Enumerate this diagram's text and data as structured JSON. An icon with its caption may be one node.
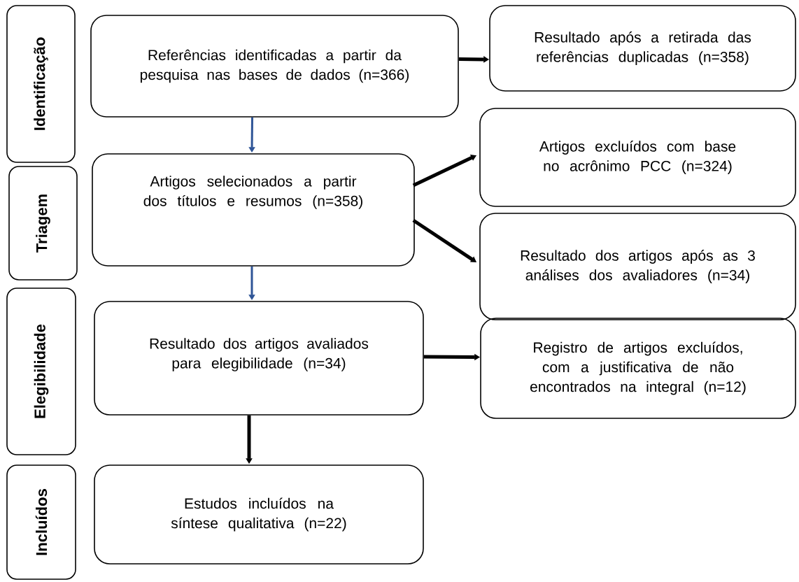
{
  "diagram": {
    "nodes": [
      {
        "text": [
          "Identificação"
        ]
      },
      {
        "text": [
          "Triagem"
        ]
      },
      {
        "text": [
          "Elegibilidade"
        ]
      },
      {
        "text": [
          "Incluídos"
        ]
      },
      {
        "text": [
          "Referências identificadas a partir da pesquisa nas bases de dados (n=366)"
        ]
      },
      {
        "text": [
          "Resultado após a retirada das referências duplicadas (n=358)"
        ]
      },
      {
        "text": [
          "Artigos selecionados a partir dos títulos e resumos (n=358)"
        ]
      },
      {
        "text": [
          "Artigos excluídos com base no acrônimo PCC (n=324)"
        ]
      },
      {
        "text": [
          "Resultado dos artigos após as 3 análises dos avaliadores (n=34)"
        ]
      },
      {
        "text": [
          "Resultado dos artigos avaliados para elegibilidade (n=34)"
        ]
      },
      {
        "text": [
          "Estudos incluídos na síntese qualitativa (n=22)"
        ]
      },
      {
        "text": [
          "Registro de artigos excluídos, com a justificativa de não encontrados na integral (n=12)"
        ]
      }
    ],
    "edges": [
      {
        "from": 4,
        "to": 5,
        "arrow": "to"
      },
      {
        "from": 4,
        "to": 6,
        "arrow": "to",
        "color": "#2f5597"
      },
      {
        "from": 6,
        "to": 7,
        "arrow": "to"
      },
      {
        "from": 6,
        "to": 8,
        "arrow": "to"
      },
      {
        "from": 6,
        "to": 9,
        "arrow": "to",
        "color": "#2f5597"
      },
      {
        "from": 9,
        "to": 11,
        "arrow": "to"
      },
      {
        "from": 9,
        "to": 10,
        "arrow": "to"
      }
    ]
  }
}
